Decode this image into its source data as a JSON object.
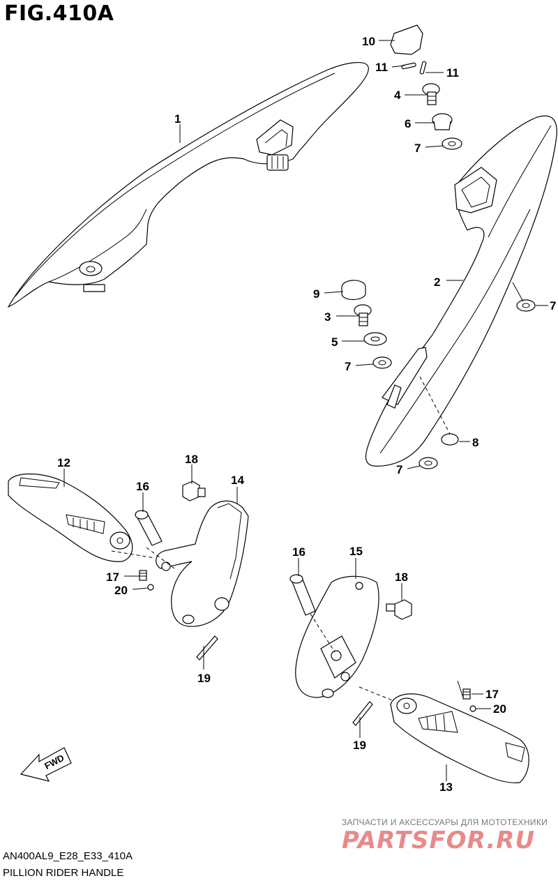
{
  "figure": {
    "title": "FIG.410A"
  },
  "labels": {
    "p1": "1",
    "p2": "2",
    "p3": "3",
    "p4": "4",
    "p5": "5",
    "p6": "6",
    "p7a": "7",
    "p7b": "7",
    "p7c": "7",
    "p7d": "7",
    "p8": "8",
    "p9": "9",
    "p10": "10",
    "p11a": "11",
    "p11b": "11",
    "p12": "12",
    "p13": "13",
    "p14": "14",
    "p15": "15",
    "p16a": "16",
    "p16b": "16",
    "p17a": "17",
    "p17b": "17",
    "p18a": "18",
    "p18b": "18",
    "p19a": "19",
    "p19b": "19",
    "p20a": "20",
    "p20b": "20"
  },
  "fwd": "FWD",
  "footer": {
    "code": "AN400AL9_E28_E33_410A",
    "caption": "PILLION RIDER HANDLE"
  },
  "watermark": {
    "tagline": "ЗАПЧАСТИ И АКСЕССУАРЫ ДЛЯ МОТОТЕХНИКИ",
    "logo": "PARTSFOR.RU"
  }
}
